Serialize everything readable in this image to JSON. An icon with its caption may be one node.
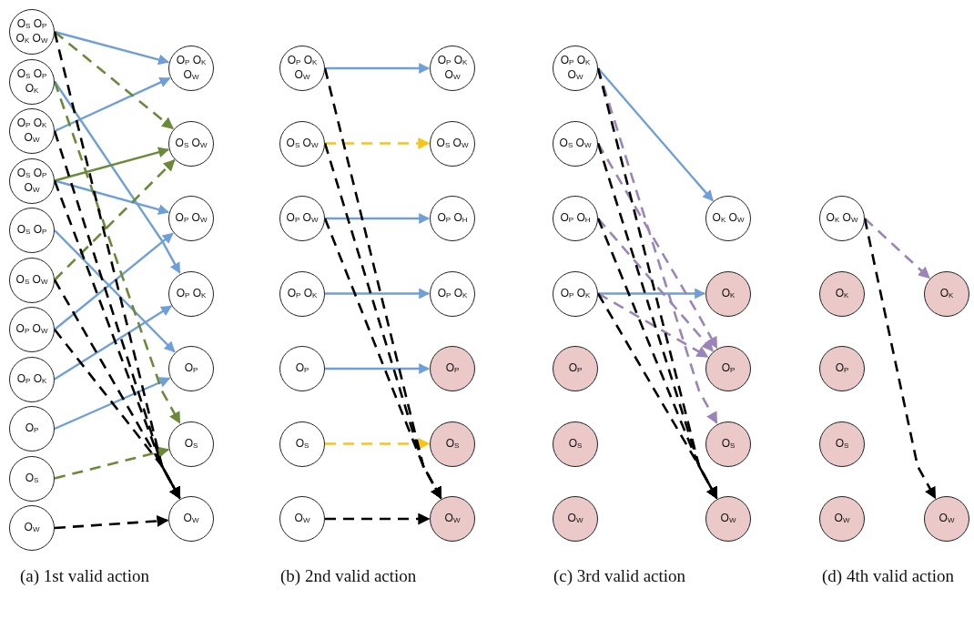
{
  "diagram": {
    "nodes": [
      {
        "text": [
          "O$_{S}$ O$_{P}$ O$_{K}$ O$_{W}$"
        ]
      },
      {
        "text": [
          "O$_{S}$ O$_{P}$ O$_{K}$"
        ]
      },
      {
        "text": [
          "O$_{P}$ O$_{K}$ O$_{W}$"
        ]
      },
      {
        "text": [
          "O$_{S}$ O$_{P}$ O$_{W}$"
        ]
      },
      {
        "text": [
          "O$_{S}$ O$_{P}$"
        ]
      },
      {
        "text": [
          "O$_{S}$ O$_{W}$"
        ]
      },
      {
        "text": [
          "O$_{P}$ O$_{W}$"
        ]
      },
      {
        "text": [
          "O$_{P}$ O$_{K}$"
        ]
      },
      {
        "text": [
          "O$_{P}$"
        ]
      },
      {
        "text": [
          "O$_{S}$"
        ]
      },
      {
        "text": [
          "O$_{W}$"
        ]
      },
      {
        "text": [
          "O$_{P}$ O$_{K}$ O$_{W}$"
        ]
      },
      {
        "text": [
          "O$_{S}$ O$_{W}$"
        ]
      },
      {
        "text": [
          "O$_{P}$ O$_{W}$"
        ]
      },
      {
        "text": [
          "O$_{P}$ O$_{K}$"
        ]
      },
      {
        "text": [
          "O$_{P}$"
        ]
      },
      {
        "text": [
          "O$_{S}$"
        ]
      },
      {
        "text": [
          "O$_{W}$"
        ]
      },
      {
        "text": [
          "O$_{P}$ O$_{K}$ O$_{W}$"
        ]
      },
      {
        "text": [
          "O$_{S}$ O$_{W}$"
        ]
      },
      {
        "text": [
          "O$_{P}$ O$_{W}$"
        ]
      },
      {
        "text": [
          "O$_{P}$ O$_{K}$"
        ]
      },
      {
        "text": [
          "O$_{P}$"
        ]
      },
      {
        "text": [
          "O$_{S}$"
        ]
      },
      {
        "text": [
          "O$_{W}$"
        ]
      },
      {
        "text": [
          "O$_{P}$ O$_{K}$ O$_{W}$"
        ]
      },
      {
        "text": [
          "O$_{S}$ O$_{W}$"
        ]
      },
      {
        "text": [
          "O$_{P}$ O$_{H}$"
        ]
      },
      {
        "text": [
          "O$_{P}$ O$_{K}$"
        ]
      },
      {
        "text": [
          "O$_{P}$"
        ]
      },
      {
        "text": [
          "O$_{S}$"
        ]
      },
      {
        "text": [
          "O$_{W}$"
        ]
      },
      {
        "text": [
          "O$_{P}$ O$_{K}$ O$_{W}$"
        ]
      },
      {
        "text": [
          "O$_{S}$ O$_{W}$"
        ]
      },
      {
        "text": [
          "O$_{P}$ O$_{H}$"
        ]
      },
      {
        "text": [
          "O$_{P}$ O$_{K}$"
        ]
      },
      {
        "text": [
          "O$_{P}$"
        ]
      },
      {
        "text": [
          "O$_{S}$"
        ]
      },
      {
        "text": [
          "O$_{W}$"
        ]
      },
      {
        "text": [
          "O$_{K}$ O$_{W}$"
        ]
      },
      {
        "text": [
          "O$_{K}$"
        ]
      },
      {
        "text": [
          "O$_{P}$"
        ]
      },
      {
        "text": [
          "O$_{S}$"
        ]
      },
      {
        "text": [
          "O$_{W}$"
        ]
      },
      {
        "text": [
          "O$_{K}$ O$_{W}$"
        ]
      },
      {
        "text": [
          "O$_{K}$"
        ]
      },
      {
        "text": [
          "O$_{P}$"
        ]
      },
      {
        "text": [
          "O$_{S}$"
        ]
      },
      {
        "text": [
          "O$_{W}$"
        ]
      },
      {
        "text": [
          "O$_{K}$"
        ]
      },
      {
        "text": [
          "O$_{W}$"
        ]
      }
    ],
    "edges": [
      {
        "from": 0,
        "to": 11,
        "arrow": "to",
        "color": "#6f9fd8"
      },
      {
        "from": 2,
        "to": 11,
        "arrow": "to",
        "color": "#6f9fd8"
      },
      {
        "from": 1,
        "to": 14,
        "arrow": "to",
        "color": "#6f9fd8"
      },
      {
        "from": 3,
        "to": 13,
        "arrow": "to",
        "color": "#6f9fd8"
      },
      {
        "from": 4,
        "to": 15,
        "arrow": "to",
        "color": "#6f9fd8"
      },
      {
        "from": 6,
        "to": 13,
        "arrow": "to",
        "color": "#6f9fd8"
      },
      {
        "from": 7,
        "to": 14,
        "arrow": "to",
        "color": "#6f9fd8"
      },
      {
        "from": 8,
        "to": 15,
        "arrow": "to",
        "color": "#6f9fd8"
      },
      {
        "from": 0,
        "to": 12,
        "arrow": "to",
        "style": "dashed",
        "color": "#6a8a3a"
      },
      {
        "from": 3,
        "to": 12,
        "arrow": "to",
        "color": "#6a8a3a"
      },
      {
        "from": 5,
        "to": 12,
        "arrow": "to",
        "style": "dashed",
        "color": "#6a8a3a"
      },
      {
        "from": 1,
        "to": 16,
        "arrow": "to",
        "style": "dashed",
        "color": "#6a8a3a"
      },
      {
        "from": 9,
        "to": 16,
        "arrow": "to",
        "style": "dashed",
        "color": "#6a8a3a"
      },
      {
        "from": 0,
        "to": 17,
        "arrow": "to",
        "style": "dashed"
      },
      {
        "from": 2,
        "to": 17,
        "arrow": "to",
        "style": "dashed"
      },
      {
        "from": 3,
        "to": 17,
        "arrow": "to",
        "style": "dashed"
      },
      {
        "from": 5,
        "to": 17,
        "arrow": "to",
        "style": "dashed"
      },
      {
        "from": 6,
        "to": 17,
        "arrow": "to",
        "style": "dashed"
      },
      {
        "from": 10,
        "to": 17,
        "arrow": "to",
        "style": "dashed"
      },
      {
        "from": 18,
        "to": 25,
        "arrow": "to",
        "color": "#6f9fd8"
      },
      {
        "from": 19,
        "to": 26,
        "arrow": "to",
        "style": "dashed",
        "color": "#f5c518"
      },
      {
        "from": 20,
        "to": 27,
        "arrow": "to",
        "color": "#6f9fd8"
      },
      {
        "from": 21,
        "to": 28,
        "arrow": "to",
        "color": "#6f9fd8"
      },
      {
        "from": 22,
        "to": 29,
        "arrow": "to",
        "color": "#6f9fd8"
      },
      {
        "from": 23,
        "to": 30,
        "arrow": "to",
        "style": "dashed",
        "color": "#f5c518"
      },
      {
        "from": 24,
        "to": 31,
        "arrow": "to",
        "style": "dashed"
      },
      {
        "from": 18,
        "to": 31,
        "arrow": "to",
        "style": "dashed"
      },
      {
        "from": 19,
        "to": 31,
        "arrow": "to",
        "style": "dashed"
      },
      {
        "from": 20,
        "to": 31,
        "arrow": "to",
        "style": "dashed"
      },
      {
        "from": 32,
        "to": 39,
        "arrow": "to",
        "color": "#6f9fd8"
      },
      {
        "from": 35,
        "to": 40,
        "arrow": "to",
        "color": "#6f9fd8"
      },
      {
        "from": 32,
        "to": 42,
        "arrow": "to",
        "style": "dashed",
        "color": "#9b85b8"
      },
      {
        "from": 33,
        "to": 41,
        "arrow": "to",
        "style": "dashed",
        "color": "#9b85b8"
      },
      {
        "from": 34,
        "to": 41,
        "arrow": "to",
        "style": "dashed",
        "color": "#9b85b8"
      },
      {
        "from": 35,
        "to": 41,
        "arrow": "to",
        "style": "dashed",
        "color": "#9b85b8"
      },
      {
        "from": 32,
        "to": 43,
        "arrow": "to",
        "style": "dashed"
      },
      {
        "from": 33,
        "to": 43,
        "arrow": "to",
        "style": "dashed"
      },
      {
        "from": 34,
        "to": 43,
        "arrow": "to",
        "style": "dashed"
      },
      {
        "from": 35,
        "to": 43,
        "arrow": "to",
        "style": "dashed"
      },
      {
        "from": 44,
        "to": 49,
        "arrow": "to",
        "style": "dashed",
        "color": "#9b85b8"
      },
      {
        "from": 44,
        "to": 50,
        "arrow": "to",
        "style": "dashed"
      }
    ],
    "labels": [
      "(a) 1st valid action",
      "(b)  2nd valid action",
      "(c)  3rd valid action",
      "(d)  4th valid action"
    ]
  }
}
